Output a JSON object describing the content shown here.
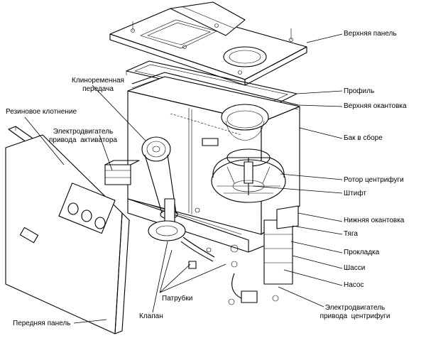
{
  "labels": {
    "top_panel": "Верхняя панель",
    "v_belt": "Клиноременная\nпередача",
    "profile": "Профиль",
    "top_edging": "Верхняя окантовка",
    "rubber_seal": "Резиновое клотнение",
    "activator_motor": "Электродвигатель\nпривода  активатора",
    "tank_assembly": "Бак в сборе",
    "centrifuge_rotor": "Ротор центрифуги",
    "pin": "Штифт",
    "bottom_edging": "Нижняя окантовка",
    "rod": "Тяга",
    "gasket": "Прокладка",
    "chassis": "Шасси",
    "pump": "Насос",
    "centrifuge_motor": "Электродвигатель\nпривода  центрифуги",
    "pipes": "Патрубки",
    "valve": "Клапан",
    "front_panel": "Передняя панель"
  }
}
